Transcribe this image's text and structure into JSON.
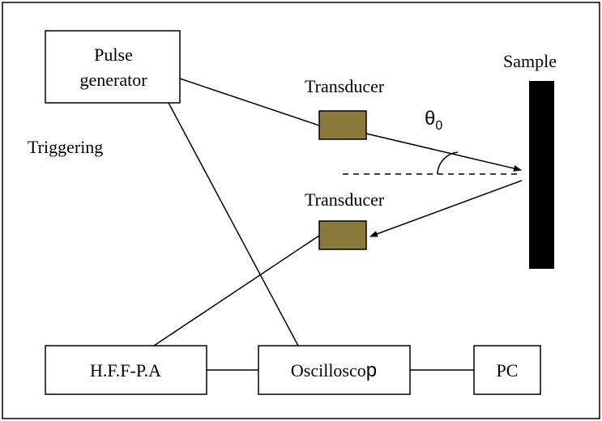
{
  "frame": {
    "stroke": "#000000"
  },
  "blocks": {
    "pulse_generator": {
      "line1": "Pulse",
      "line2": "generator"
    },
    "hffpa": "H.F.F-P.A",
    "oscilloscope": {
      "main": "Oscillosco",
      "tail": "p"
    },
    "pc": "PC"
  },
  "labels": {
    "triggering": "Triggering",
    "transducer_top": "Transducer",
    "transducer_bottom": "Transducer",
    "sample": "Sample",
    "angle": {
      "symbol": "θ",
      "subscript": "0"
    }
  },
  "colors": {
    "transducer_fill": "#8c7a3c",
    "sample_fill": "#000000",
    "line": "#000000"
  }
}
